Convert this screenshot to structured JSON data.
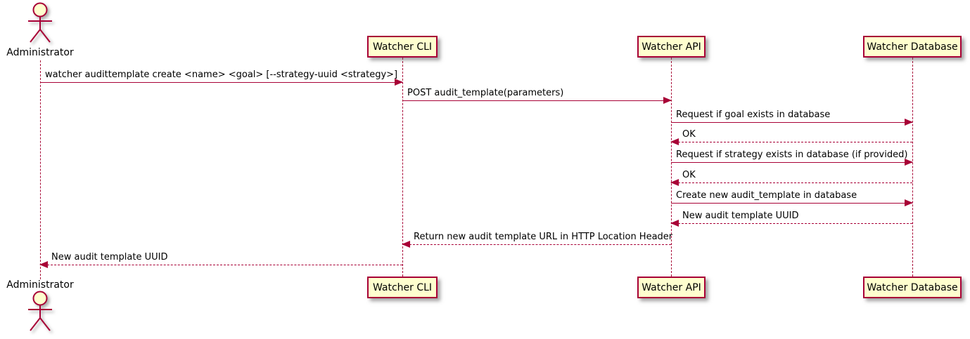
{
  "diagram": {
    "kind": "uml-sequence-diagram",
    "colors": {
      "participant_fill": "#FEFECE",
      "stroke": "#A80036",
      "text": "#000000",
      "background": "#FFFFFF"
    },
    "participants": [
      {
        "label": "Administrator",
        "kind": "actor"
      },
      {
        "label": "Watcher CLI",
        "kind": "participant"
      },
      {
        "label": "Watcher API",
        "kind": "participant"
      },
      {
        "label": "Watcher Database",
        "kind": "participant"
      }
    ],
    "messages": [
      {
        "from": "Administrator",
        "to": "Watcher CLI",
        "style": "solid",
        "label": "watcher audittemplate create <name> <goal> [--strategy-uuid <strategy>]"
      },
      {
        "from": "Watcher CLI",
        "to": "Watcher API",
        "style": "solid",
        "label": "POST audit_template(parameters)"
      },
      {
        "from": "Watcher API",
        "to": "Watcher Database",
        "style": "solid",
        "label": "Request if goal exists in database"
      },
      {
        "from": "Watcher Database",
        "to": "Watcher API",
        "style": "dashed",
        "label": "OK"
      },
      {
        "from": "Watcher API",
        "to": "Watcher Database",
        "style": "solid",
        "label": "Request if strategy exists in database (if provided)"
      },
      {
        "from": "Watcher Database",
        "to": "Watcher API",
        "style": "dashed",
        "label": "OK"
      },
      {
        "from": "Watcher API",
        "to": "Watcher Database",
        "style": "solid",
        "label": "Create new audit_template in database"
      },
      {
        "from": "Watcher Database",
        "to": "Watcher API",
        "style": "dashed",
        "label": "New audit template UUID"
      },
      {
        "from": "Watcher API",
        "to": "Watcher CLI",
        "style": "dashed",
        "label": "Return new audit template URL in HTTP Location Header"
      },
      {
        "from": "Watcher CLI",
        "to": "Administrator",
        "style": "dashed",
        "label": "New audit template UUID"
      }
    ]
  }
}
